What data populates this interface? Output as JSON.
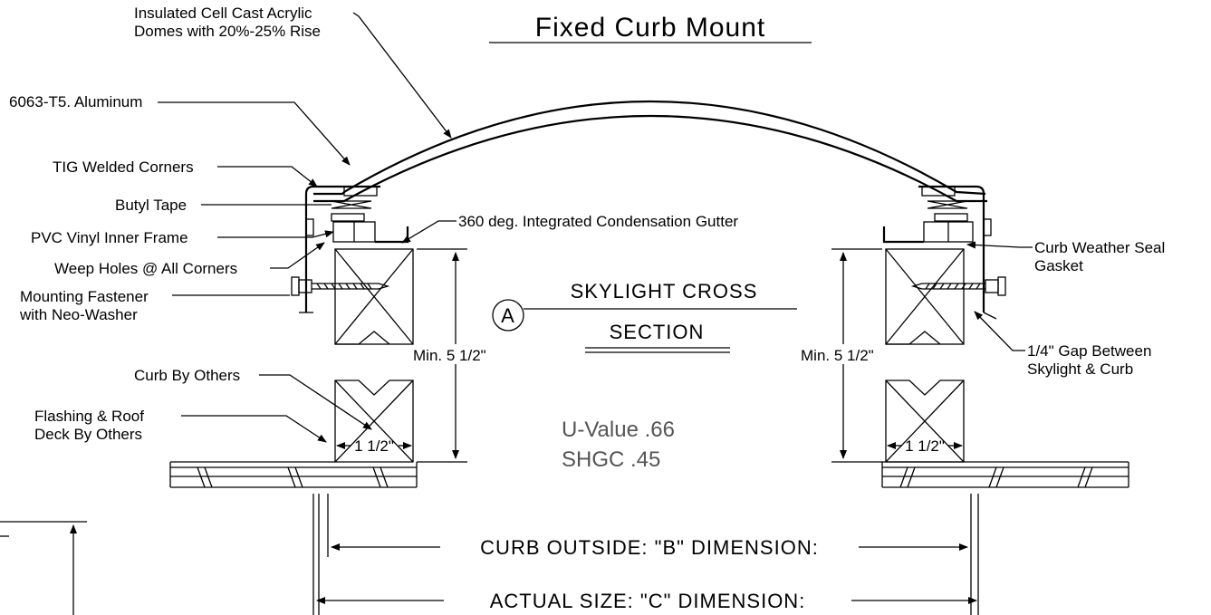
{
  "title": "Fixed Curb Mount",
  "section_marker": "A",
  "section_title": [
    "SKYLIGHT CROSS",
    "SECTION"
  ],
  "labels": {
    "dome": [
      "Insulated Cell Cast Acrylic",
      "Domes with 20%-25% Rise"
    ],
    "aluminum": "6063-T5. Aluminum",
    "tig": "TIG Welded Corners",
    "butyl": "Butyl Tape",
    "pvc": "PVC Vinyl Inner Frame",
    "weep": "Weep Holes @ All Corners",
    "fastener": [
      "Mounting Fastener",
      "with Neo-Washer"
    ],
    "curb_by_others": "Curb By Others",
    "flashing": [
      "Flashing & Roof",
      "Deck By Others"
    ],
    "gutter": "360 deg. Integrated Condensation Gutter",
    "gasket": [
      "Curb Weather Seal",
      "Gasket"
    ],
    "gap": [
      "1/4\" Gap Between",
      "Skylight & Curb"
    ]
  },
  "dimensions": {
    "min_height_left": "Min. 5 1/2\"",
    "min_height_right": "Min. 5 1/2\"",
    "curb_width_left": "1 1/2\"",
    "curb_width_right": "1 1/2\"",
    "curb_outside": "CURB OUTSIDE: \"B\" DIMENSION:",
    "actual_size": "ACTUAL SIZE: \"C\" DIMENSION:"
  },
  "performance": {
    "u_value": "U-Value .66",
    "shgc": "SHGC .45"
  }
}
